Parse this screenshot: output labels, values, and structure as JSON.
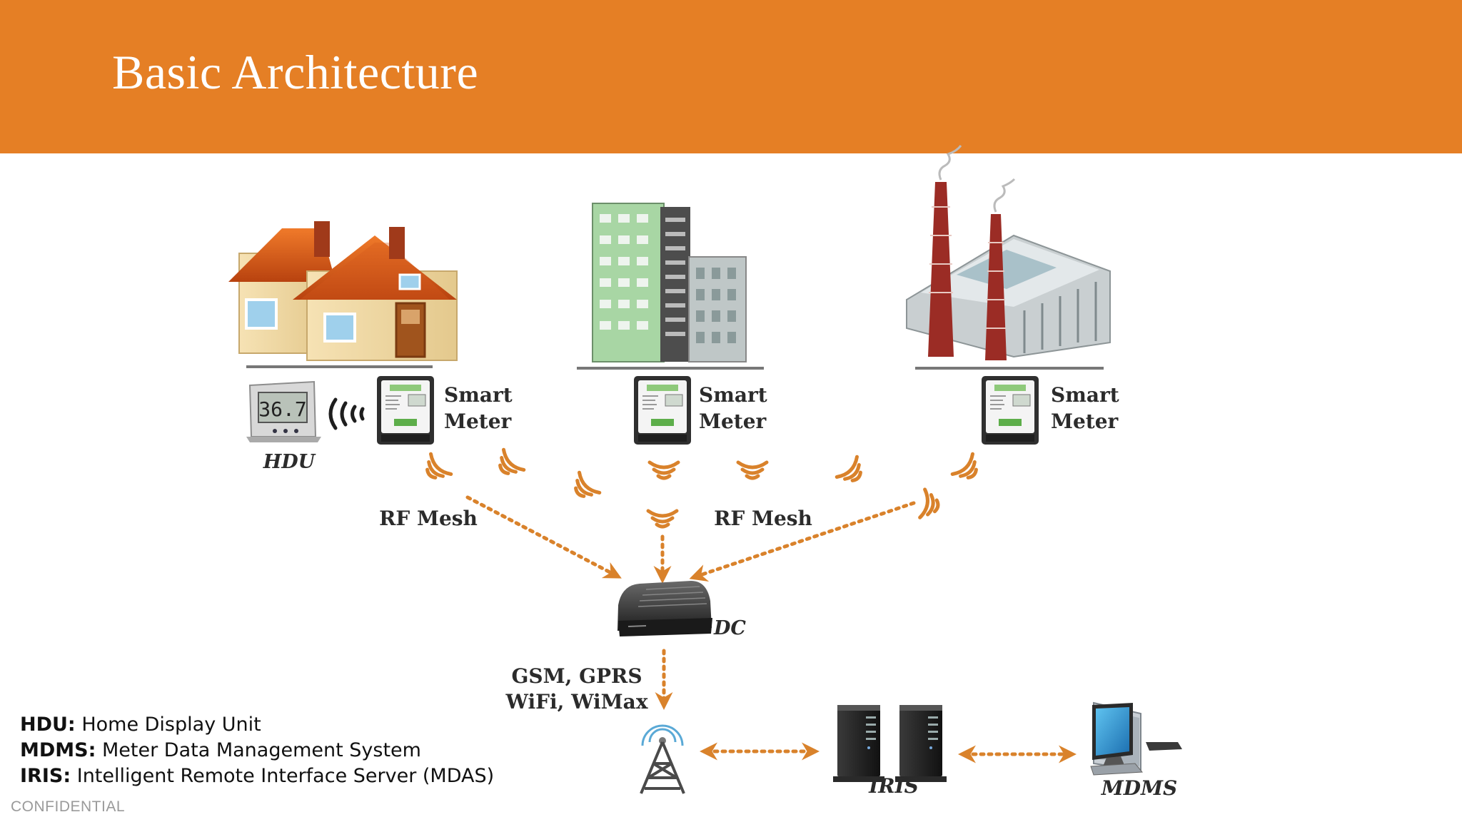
{
  "header": {
    "title": "Basic Architecture",
    "background": "#e57f25"
  },
  "nodes": {
    "hdu_label": "HDU",
    "hdu_display": "36.7",
    "smart_meter_line1": "Smart",
    "smart_meter_line2": "Meter",
    "rf_mesh_left": "RF Mesh",
    "rf_mesh_right": "RF Mesh",
    "dc_label": "DC",
    "gsm_line1": "GSM, GPRS",
    "gsm_line2": "WiFi, WiMax",
    "iris_label": "IRIS",
    "mdms_label": "MDMS"
  },
  "legend": [
    {
      "term": "HDU:",
      "definition": "Home Display Unit"
    },
    {
      "term": "MDMS:",
      "definition": "Meter Data Management System"
    },
    {
      "term": "IRIS:",
      "definition": "Intelligent Remote Interface Server (MDAS)"
    }
  ],
  "footer": {
    "confidential": "CONFIDENTIAL"
  },
  "colors": {
    "accent": "#e57f25",
    "arrow": "#d9822b"
  }
}
